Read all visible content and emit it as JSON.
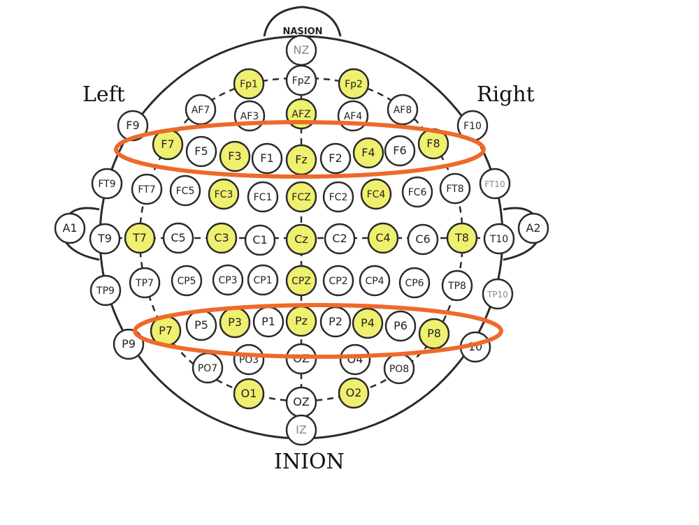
{
  "labels": {
    "left": "Left",
    "right": "Right",
    "inion": "INION",
    "nasion": "NASION"
  },
  "colors": {
    "highlight": "#f0f070",
    "ring": "#ee6a2a",
    "stroke": "#2a2a2a",
    "text": "#222222",
    "faded_text": "#888888"
  },
  "electrodes": [
    {
      "id": "NZ",
      "label": "NZ",
      "highlighted": false,
      "faded": true
    },
    {
      "id": "Fp1",
      "label": "Fp1",
      "highlighted": true
    },
    {
      "id": "FpZ",
      "label": "FpZ",
      "highlighted": false
    },
    {
      "id": "Fp2",
      "label": "Fp2",
      "highlighted": true
    },
    {
      "id": "AF7",
      "label": "AF7",
      "highlighted": false
    },
    {
      "id": "AF3",
      "label": "AF3",
      "highlighted": false
    },
    {
      "id": "AFZ",
      "label": "AFZ",
      "highlighted": true
    },
    {
      "id": "AF4",
      "label": "AF4",
      "highlighted": false
    },
    {
      "id": "AF8",
      "label": "AF8",
      "highlighted": false
    },
    {
      "id": "F9",
      "label": "F9",
      "highlighted": false
    },
    {
      "id": "F10",
      "label": "F10",
      "highlighted": false
    },
    {
      "id": "F7",
      "label": "F7",
      "highlighted": true
    },
    {
      "id": "F5",
      "label": "F5",
      "highlighted": false
    },
    {
      "id": "F3",
      "label": "F3",
      "highlighted": true
    },
    {
      "id": "F1",
      "label": "F1",
      "highlighted": false
    },
    {
      "id": "Fz",
      "label": "Fz",
      "highlighted": true
    },
    {
      "id": "F2",
      "label": "F2",
      "highlighted": false
    },
    {
      "id": "F4",
      "label": "F4",
      "highlighted": true
    },
    {
      "id": "F6",
      "label": "F6",
      "highlighted": false
    },
    {
      "id": "F8",
      "label": "F8",
      "highlighted": true
    },
    {
      "id": "FT9",
      "label": "FT9",
      "highlighted": false
    },
    {
      "id": "FT7",
      "label": "FT7",
      "highlighted": false
    },
    {
      "id": "FC5",
      "label": "FC5",
      "highlighted": false
    },
    {
      "id": "FC3",
      "label": "FC3",
      "highlighted": true
    },
    {
      "id": "FC1",
      "label": "FC1",
      "highlighted": false
    },
    {
      "id": "FCZ",
      "label": "FCZ",
      "highlighted": true
    },
    {
      "id": "FC2",
      "label": "FC2",
      "highlighted": false
    },
    {
      "id": "FC4",
      "label": "FC4",
      "highlighted": true
    },
    {
      "id": "FC6",
      "label": "FC6",
      "highlighted": false
    },
    {
      "id": "FT8",
      "label": "FT8",
      "highlighted": false
    },
    {
      "id": "FT10",
      "label": "FT10",
      "highlighted": false,
      "faded": true
    },
    {
      "id": "A1",
      "label": "A1",
      "highlighted": false
    },
    {
      "id": "T9",
      "label": "T9",
      "highlighted": false
    },
    {
      "id": "T7",
      "label": "T7",
      "highlighted": true
    },
    {
      "id": "C5",
      "label": "C5",
      "highlighted": false
    },
    {
      "id": "C3",
      "label": "C3",
      "highlighted": true
    },
    {
      "id": "C1",
      "label": "C1",
      "highlighted": false
    },
    {
      "id": "Cz",
      "label": "Cz",
      "highlighted": true
    },
    {
      "id": "C2",
      "label": "C2",
      "highlighted": false
    },
    {
      "id": "C4",
      "label": "C4",
      "highlighted": true
    },
    {
      "id": "C6",
      "label": "C6",
      "highlighted": false
    },
    {
      "id": "T8",
      "label": "T8",
      "highlighted": true
    },
    {
      "id": "T10",
      "label": "T10",
      "highlighted": false
    },
    {
      "id": "A2",
      "label": "A2",
      "highlighted": false
    },
    {
      "id": "TP9",
      "label": "TP9",
      "highlighted": false
    },
    {
      "id": "TP7",
      "label": "TP7",
      "highlighted": false
    },
    {
      "id": "CP5",
      "label": "CP5",
      "highlighted": false
    },
    {
      "id": "CP3",
      "label": "CP3",
      "highlighted": false
    },
    {
      "id": "CP1",
      "label": "CP1",
      "highlighted": false
    },
    {
      "id": "CPZ",
      "label": "CPZ",
      "highlighted": true
    },
    {
      "id": "CP2",
      "label": "CP2",
      "highlighted": false
    },
    {
      "id": "CP4",
      "label": "CP4",
      "highlighted": false
    },
    {
      "id": "CP6",
      "label": "CP6",
      "highlighted": false
    },
    {
      "id": "TP8",
      "label": "TP8",
      "highlighted": false
    },
    {
      "id": "TP10",
      "label": "TP10",
      "highlighted": false,
      "faded": true
    },
    {
      "id": "P9",
      "label": "P9",
      "highlighted": false
    },
    {
      "id": "P7",
      "label": "P7",
      "highlighted": true
    },
    {
      "id": "P5",
      "label": "P5",
      "highlighted": false
    },
    {
      "id": "P3",
      "label": "P3",
      "highlighted": true
    },
    {
      "id": "P1",
      "label": "P1",
      "highlighted": false
    },
    {
      "id": "Pz",
      "label": "Pz",
      "highlighted": true
    },
    {
      "id": "P2",
      "label": "P2",
      "highlighted": false
    },
    {
      "id": "P4",
      "label": "P4",
      "highlighted": true
    },
    {
      "id": "P6",
      "label": "P6",
      "highlighted": false
    },
    {
      "id": "P8",
      "label": "P8",
      "highlighted": true
    },
    {
      "id": "P10",
      "label": "10",
      "highlighted": false
    },
    {
      "id": "PO7",
      "label": "PO7",
      "highlighted": false
    },
    {
      "id": "PO3",
      "label": "PO3",
      "highlighted": false
    },
    {
      "id": "POZ",
      "label": "OZ",
      "highlighted": false
    },
    {
      "id": "PO4",
      "label": "O4",
      "highlighted": false
    },
    {
      "id": "PO8",
      "label": "PO8",
      "highlighted": false
    },
    {
      "id": "O1",
      "label": "O1",
      "highlighted": true
    },
    {
      "id": "OZ",
      "label": "OZ",
      "highlighted": false
    },
    {
      "id": "O2",
      "label": "O2",
      "highlighted": true
    },
    {
      "id": "IZ",
      "label": "IZ",
      "highlighted": false,
      "faded": true
    }
  ]
}
